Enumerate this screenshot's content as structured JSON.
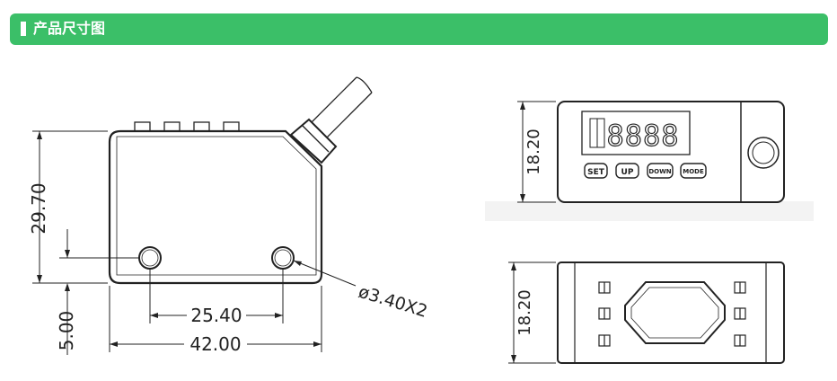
{
  "header": {
    "title": "产品尺寸图"
  },
  "colors": {
    "header_bg": "#3bbf68",
    "line": "#222222"
  },
  "side_view": {
    "height_label": "29.70",
    "offset_label": "5.00",
    "hole_spacing_label": "25.40",
    "width_label": "42.00",
    "hole_callout": "ø3.40X2"
  },
  "front_view": {
    "height_label": "18.20",
    "display_digits": "8888",
    "buttons": [
      "SET",
      "UP",
      "DOWN",
      "MODE"
    ]
  },
  "bottom_view": {
    "height_label": "18.20"
  }
}
